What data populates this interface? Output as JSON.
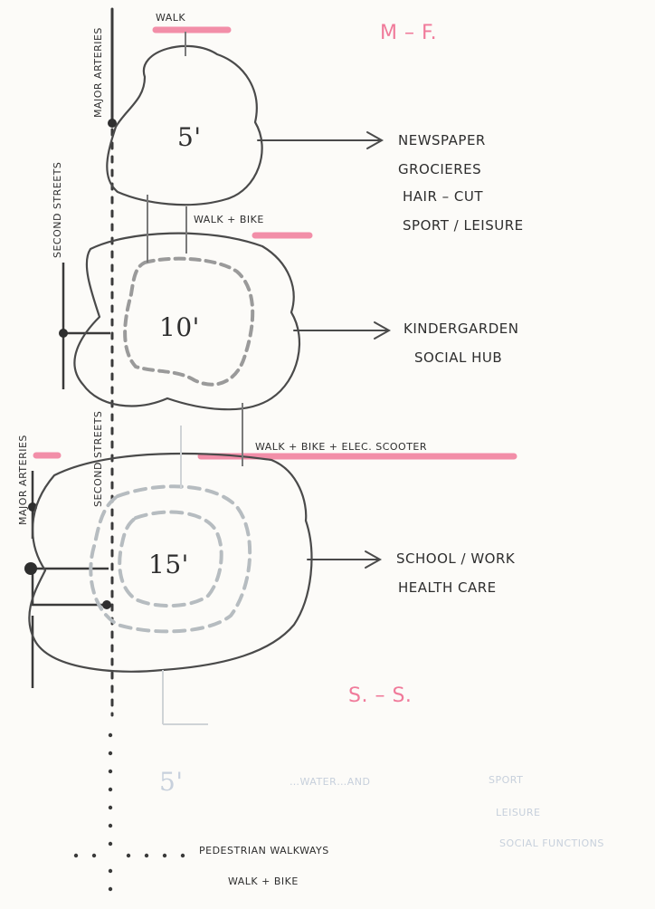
{
  "days": {
    "weekday": "M – F.",
    "weekend": "S. – S."
  },
  "zones": [
    {
      "time": "5'",
      "destinations": [
        "NEWSPAPER",
        "GROCIERES",
        "HAIR – CUT",
        "SPORT / LEISURE"
      ]
    },
    {
      "time": "10'",
      "destinations": [
        "KINDERGARDEN",
        "SOCIAL HUB"
      ]
    },
    {
      "time": "15'",
      "destinations": [
        "SCHOOL / WORK",
        "HEALTH CARE"
      ]
    }
  ],
  "faded_zone": {
    "time": "5'",
    "label": "…WATER…AND",
    "destinations": [
      "SPORT",
      "LEISURE",
      "SOCIAL FUNCTIONS"
    ]
  },
  "modes": {
    "top": "WALK",
    "mid": "WALK + BIKE",
    "low": "WALK + BIKE + ELEC. SCOOTER",
    "bottom": "WALK + BIKE"
  },
  "streets": {
    "major_top": "MAJOR ARTERIES",
    "second_top": "SECOND STREETS",
    "major_low": "MAJOR ARTERIES",
    "second_low": "SECOND STREETS",
    "pedestrian": "PEDESTRIAN WALKWAYS"
  },
  "colors": {
    "ink": "#3a3a3a",
    "highlight": "#f07a9a",
    "grey": "#a8acae"
  }
}
